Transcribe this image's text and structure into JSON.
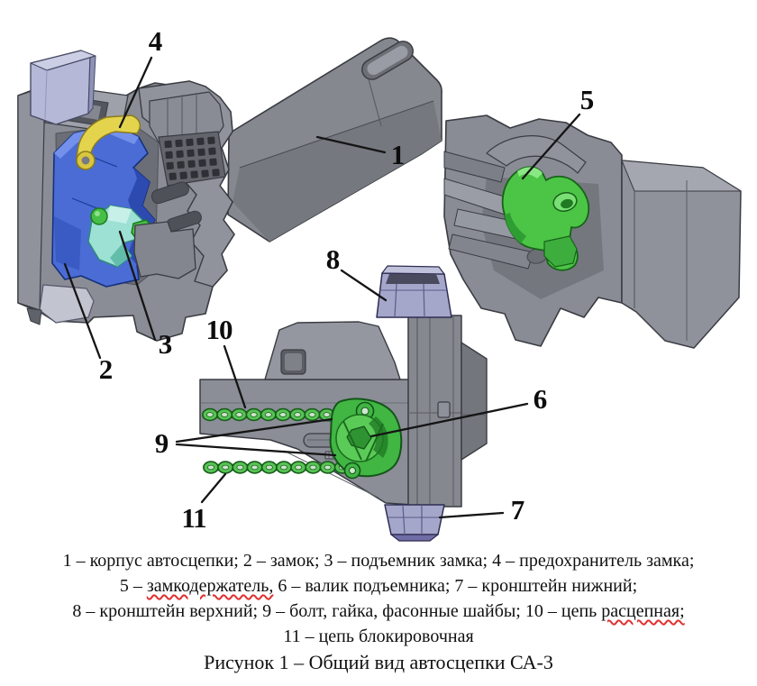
{
  "callouts": [
    "1",
    "2",
    "3",
    "4",
    "5",
    "6",
    "7",
    "8",
    "9",
    "10",
    "11"
  ],
  "caption": {
    "line1": "1 – корпус автосцепки; 2 – замок; 3 – подъемник замка; 4 – предохранитель замка;",
    "line2_prefix": "5 – ",
    "line2_misspelled": "замкодержатель,",
    "line2_rest": " 6 – валик подъемника; 7 – кронштейн нижний;",
    "line3_prefix": "8 – кронштейн верхний; 9 – болт, гайка, фасонные шайбы; 10 – цепь ",
    "line3_misspelled": "расцепная;",
    "line4": "11 – цепь блокировочная",
    "figure_label": "Рисунок 1 – Общий вид автосцепки СА-3"
  },
  "parts_legend": [
    {
      "number": "1",
      "name": "корпус автосцепки"
    },
    {
      "number": "2",
      "name": "замок"
    },
    {
      "number": "3",
      "name": "подъемник замка"
    },
    {
      "number": "4",
      "name": "предохранитель замка"
    },
    {
      "number": "5",
      "name": "замкодержатель"
    },
    {
      "number": "6",
      "name": "валик подъемника"
    },
    {
      "number": "7",
      "name": "кронштейн нижний"
    },
    {
      "number": "8",
      "name": "кронштейн верхний"
    },
    {
      "number": "9",
      "name": "болт, гайка, фасонные шайбы"
    },
    {
      "number": "10",
      "name": "цепь расцепная"
    },
    {
      "number": "11",
      "name": "цепь блокировочная"
    }
  ],
  "colors": {
    "background": "#ffffff",
    "body_gray": "#8b8e97",
    "lock_blue": "#4a6cd4",
    "lifter_cyan": "#9ce1d4",
    "fuse_yellow": "#e4d44d",
    "holder_green": "#4cc446",
    "chain_green": "#57c355",
    "bracket_purple": "#a5a7ca",
    "label_black": "#111111",
    "spellcheck_red": "#e03030"
  }
}
